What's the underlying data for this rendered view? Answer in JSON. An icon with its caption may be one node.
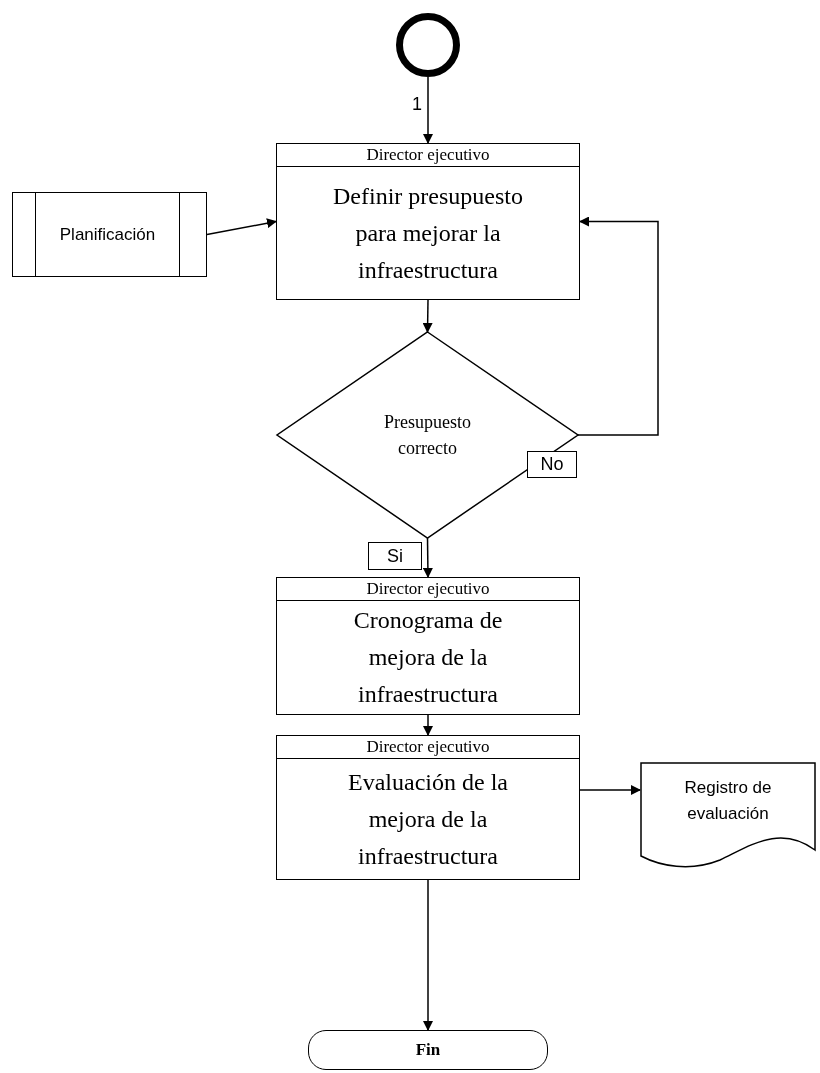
{
  "diagram": {
    "nodes": [
      {
        "text": [],
        "shape": "circle",
        "beside": [
          "1"
        ]
      },
      {
        "text": [
          "Director ejecutivo",
          "Definir presupuesto para mejorar la infraestructura"
        ]
      },
      {
        "text": [
          "Planificación"
        ]
      },
      {
        "text": [
          "Presupuesto correcto"
        ]
      },
      {
        "text": [
          "Director ejecutivo",
          "Cronograma de mejora de la infraestructura"
        ]
      },
      {
        "text": [
          "Director ejecutivo",
          "Evaluación de la mejora de la infraestructura"
        ]
      },
      {
        "text": [
          "Registro de evaluación"
        ]
      },
      {
        "text": [
          "Fin"
        ]
      }
    ],
    "edges": [
      {
        "from": 0,
        "to": 1,
        "arrow": "to"
      },
      {
        "from": 2,
        "to": 1,
        "arrow": "to"
      },
      {
        "from": 1,
        "to": 3,
        "arrow": "to"
      },
      {
        "from": 3,
        "to": 1,
        "arrow": "to",
        "label": "No"
      },
      {
        "from": 3,
        "to": 4,
        "arrow": "to",
        "label": "Si"
      },
      {
        "from": 4,
        "to": 5,
        "arrow": "to"
      },
      {
        "from": 5,
        "to": 6,
        "arrow": "to"
      },
      {
        "from": 5,
        "to": 7,
        "arrow": "to"
      }
    ]
  }
}
